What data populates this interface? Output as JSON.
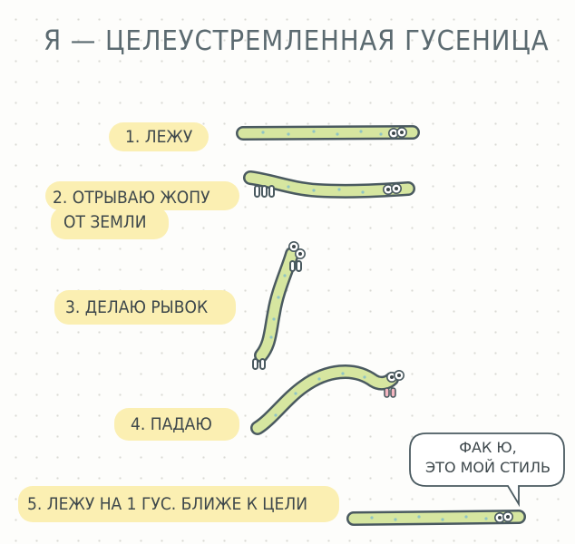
{
  "title": "Я — ЦЕЛЕУСТРЕМЛЕННАЯ ГУСЕНИЦА",
  "steps": [
    {
      "label": "1. ЛЕЖУ"
    },
    {
      "label_line1": "2. ОТРЫВАЮ ЖОПУ",
      "label_line2": "ОТ ЗЕМЛИ"
    },
    {
      "label": "3. ДЕЛАЮ РЫВОК"
    },
    {
      "label": "4. ПАДАЮ"
    },
    {
      "label": "5. ЛЕЖУ НА 1 ГУС. БЛИЖЕ К ЦЕЛИ"
    }
  ],
  "speech_bubble": {
    "line1": "ФАК Ю,",
    "line2": "ЭТО МОЙ СТИЛЬ"
  },
  "colors": {
    "highlight": "#fbefb2",
    "caterpillar": "#d6e6a0",
    "outline": "#4a5a60",
    "spots": "#8fc4c4",
    "tongue": "#f4b6c0"
  }
}
